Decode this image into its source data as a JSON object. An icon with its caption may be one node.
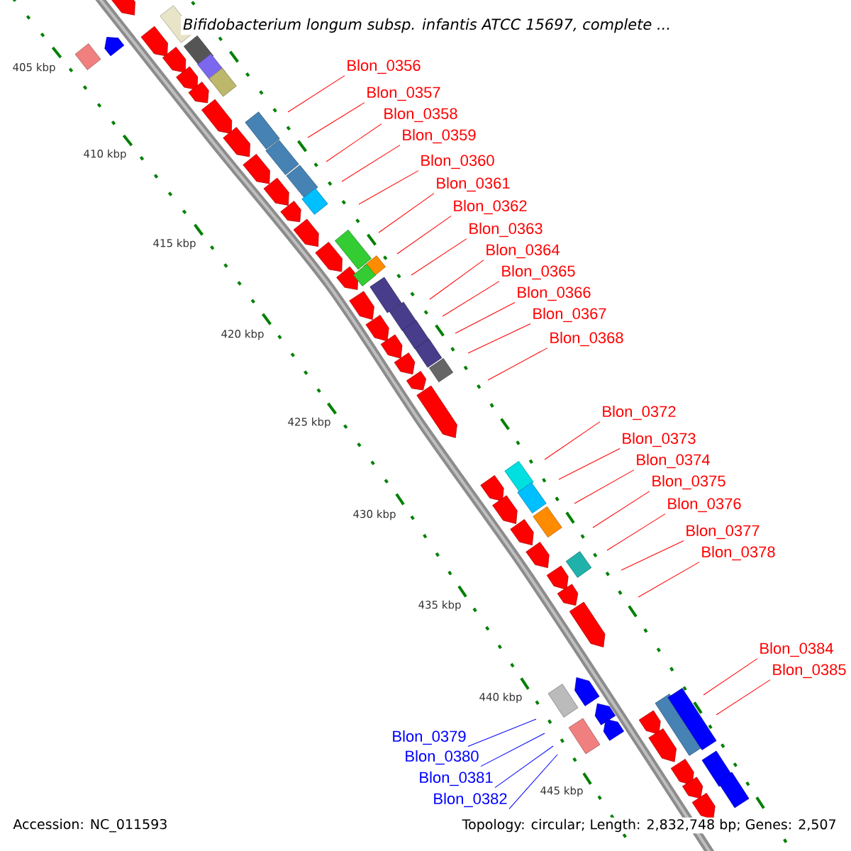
{
  "diagram": {
    "title": "Bifidobacterium longum subsp. infantis ATCC 15697, complete ...",
    "nodes": [
      {
        "text": [
          "Blon_0356"
        ]
      },
      {
        "text": [
          "Blon_0357"
        ]
      },
      {
        "text": [
          "Blon_0358"
        ]
      },
      {
        "text": [
          "Blon_0359"
        ]
      },
      {
        "text": [
          "Blon_0360"
        ]
      },
      {
        "text": [
          "Blon_0361"
        ]
      },
      {
        "text": [
          "Blon_0362"
        ]
      },
      {
        "text": [
          "Blon_0363"
        ]
      },
      {
        "text": [
          "Blon_0364"
        ]
      },
      {
        "text": [
          "Blon_0365"
        ]
      },
      {
        "text": [
          "Blon_0366"
        ]
      },
      {
        "text": [
          "Blon_0367"
        ]
      },
      {
        "text": [
          "Blon_0368"
        ]
      },
      {
        "text": [
          "Blon_0372"
        ]
      },
      {
        "text": [
          "Blon_0373"
        ]
      },
      {
        "text": [
          "Blon_0374"
        ]
      },
      {
        "text": [
          "Blon_0375"
        ]
      },
      {
        "text": [
          "Blon_0376"
        ]
      },
      {
        "text": [
          "Blon_0377"
        ]
      },
      {
        "text": [
          "Blon_0378"
        ]
      },
      {
        "text": [
          "Blon_0384"
        ]
      },
      {
        "text": [
          "Blon_0385"
        ]
      },
      {
        "text": [
          "Blon_0379"
        ]
      },
      {
        "text": [
          "Blon_0380"
        ]
      },
      {
        "text": [
          "Blon_0381"
        ]
      },
      {
        "text": [
          "Blon_0382"
        ]
      }
    ],
    "edges": [
      {
        "from": 0,
        "to": null,
        "arrow": "none"
      },
      {
        "from": 1,
        "to": null,
        "arrow": "none"
      },
      {
        "from": 2,
        "to": null,
        "arrow": "none"
      },
      {
        "from": 3,
        "to": null,
        "arrow": "none"
      },
      {
        "from": 4,
        "to": null,
        "arrow": "none"
      },
      {
        "from": 5,
        "to": null,
        "arrow": "none"
      },
      {
        "from": 6,
        "to": null,
        "arrow": "none"
      },
      {
        "from": 7,
        "to": null,
        "arrow": "none"
      },
      {
        "from": 8,
        "to": null,
        "arrow": "none"
      },
      {
        "from": 9,
        "to": null,
        "arrow": "none"
      },
      {
        "from": 10,
        "to": null,
        "arrow": "none"
      },
      {
        "from": 11,
        "to": null,
        "arrow": "none"
      },
      {
        "from": 12,
        "to": null,
        "arrow": "none"
      },
      {
        "from": 13,
        "to": null,
        "arrow": "none"
      },
      {
        "from": 14,
        "to": null,
        "arrow": "none"
      },
      {
        "from": 15,
        "to": null,
        "arrow": "none"
      },
      {
        "from": 16,
        "to": null,
        "arrow": "none"
      },
      {
        "from": 17,
        "to": null,
        "arrow": "none"
      },
      {
        "from": 18,
        "to": null,
        "arrow": "none"
      },
      {
        "from": 19,
        "to": null,
        "arrow": "none"
      },
      {
        "from": 20,
        "to": null,
        "arrow": "none"
      },
      {
        "from": 21,
        "to": null,
        "arrow": "none"
      },
      {
        "from": 22,
        "to": null,
        "arrow": "none",
        "color": "#0000ff"
      },
      {
        "from": 23,
        "to": null,
        "arrow": "none",
        "color": "#0000ff"
      },
      {
        "from": 24,
        "to": null,
        "arrow": "none",
        "color": "#0000ff"
      },
      {
        "from": 25,
        "to": null,
        "arrow": "none",
        "color": "#0000ff"
      }
    ],
    "labels": [
      "405 kbp",
      "410 kbp",
      "415 kbp",
      "420 kbp",
      "425 kbp",
      "430 kbp",
      "435 kbp",
      "440 kbp",
      "445 kbp",
      "Accession: NC_011593",
      "Topology: circular; Length: 2,832,748 bp; Genes: 2,507"
    ]
  }
}
